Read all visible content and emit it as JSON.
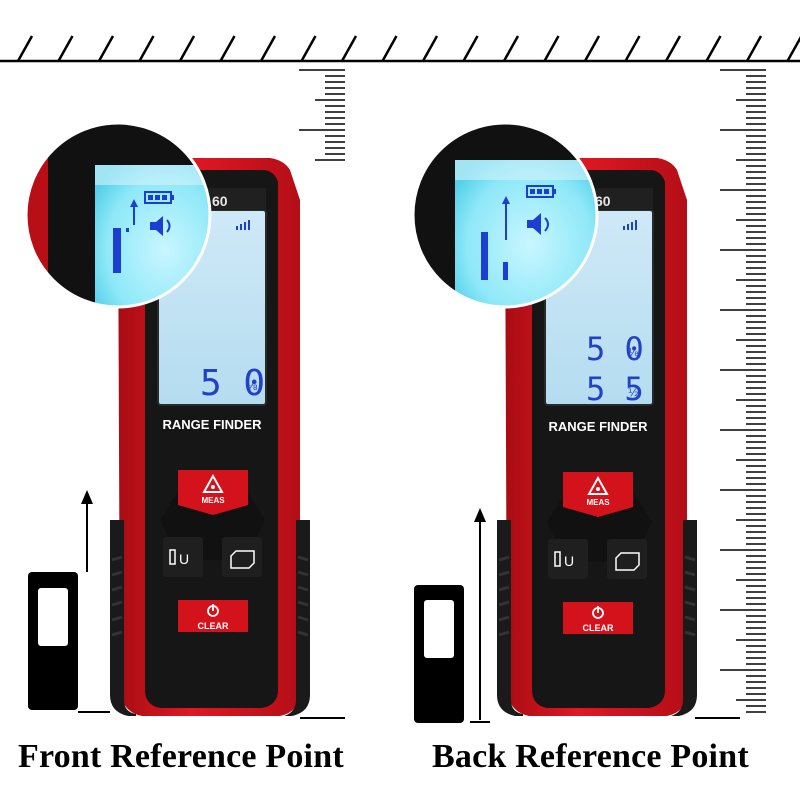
{
  "devices": [
    {
      "model_suffix": "60",
      "brand_label": "RANGE FINDER",
      "lcd_lines": [
        {
          "digits": "5 0",
          "unit": "⅛"
        }
      ],
      "buttons": {
        "meas": "MEAS",
        "clear": "CLEAR",
        "unit": "U"
      },
      "reference_point": "front"
    },
    {
      "model_suffix": "60",
      "brand_label": "RANGE FINDER",
      "lcd_lines": [
        {
          "digits": "5 0",
          "unit": "⅛"
        },
        {
          "digits": "5 5",
          "unit": "½"
        }
      ],
      "buttons": {
        "meas": "MEAS",
        "clear": "CLEAR",
        "unit": "U"
      },
      "reference_point": "back"
    }
  ],
  "captions": {
    "front": "Front Reference Point",
    "back": "Back Reference Point"
  },
  "colors": {
    "body_red": "#d4121c",
    "body_black": "#1a1a1a",
    "lcd_blue": "#bfe3f5",
    "lcd_glow": "#8ee8f8",
    "ink": "#000000"
  }
}
